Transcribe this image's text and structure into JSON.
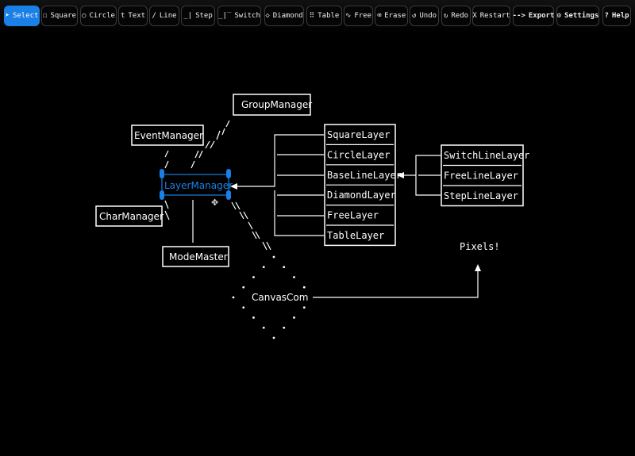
{
  "toolbar": {
    "buttons": [
      {
        "id": "select",
        "icon": "➤",
        "icon_name": "cursor-icon",
        "label": "Select",
        "active": true
      },
      {
        "id": "square",
        "icon": "☐",
        "icon_name": "square-icon",
        "label": "Square"
      },
      {
        "id": "circle",
        "icon": "○",
        "icon_name": "circle-icon",
        "label": "Circle"
      },
      {
        "id": "text",
        "icon": "t",
        "icon_name": "text-icon",
        "label": "Text"
      },
      {
        "id": "line",
        "icon": "/",
        "icon_name": "line-icon",
        "label": "Line"
      },
      {
        "id": "step",
        "icon": "_|",
        "icon_name": "step-icon",
        "label": "Step"
      },
      {
        "id": "switch",
        "icon": "_|‾",
        "icon_name": "switch-icon",
        "label": "Switch"
      },
      {
        "id": "diamond",
        "icon": "◇",
        "icon_name": "diamond-icon",
        "label": "Diamond"
      },
      {
        "id": "table",
        "icon": "⠿",
        "icon_name": "table-icon",
        "label": "Table"
      },
      {
        "id": "free",
        "icon": "∿",
        "icon_name": "freehand-icon",
        "label": "Free"
      },
      {
        "id": "erase",
        "icon": "⌫",
        "icon_name": "eraser-icon",
        "label": "Erase"
      },
      {
        "id": "undo",
        "icon": "↺",
        "icon_name": "undo-icon",
        "label": "Undo"
      },
      {
        "id": "redo",
        "icon": "↻",
        "icon_name": "redo-icon",
        "label": "Redo"
      },
      {
        "id": "restart",
        "icon": "X",
        "icon_name": "restart-icon",
        "label": "Restart"
      },
      {
        "id": "export",
        "icon": "-->",
        "icon_name": "export-icon",
        "label": "Export",
        "bold": true
      },
      {
        "id": "settings",
        "icon": "⚙",
        "icon_name": "gear-icon",
        "label": "Settings",
        "bold": true
      },
      {
        "id": "help",
        "icon": "?",
        "icon_name": "help-icon",
        "label": "Help",
        "bold": true
      }
    ]
  },
  "diagram": {
    "selected_color": "#1a7fe6",
    "nodes": {
      "group_manager": "GroupManager",
      "event_manager": "EventManager",
      "layer_manager": "LayerManager",
      "char_manager": "CharManager",
      "mode_master": "ModeMaster",
      "canvas_com": "CanvasCom",
      "pixels": "Pixels!"
    },
    "layer_table": [
      "SquareLayer",
      "CircleLayer",
      "BaseLineLayer",
      "DiamondLayer",
      "FreeLayer",
      "TableLayer"
    ],
    "line_table": [
      "SwitchLineLayer",
      "FreeLineLayer",
      "StepLineLayer"
    ]
  }
}
